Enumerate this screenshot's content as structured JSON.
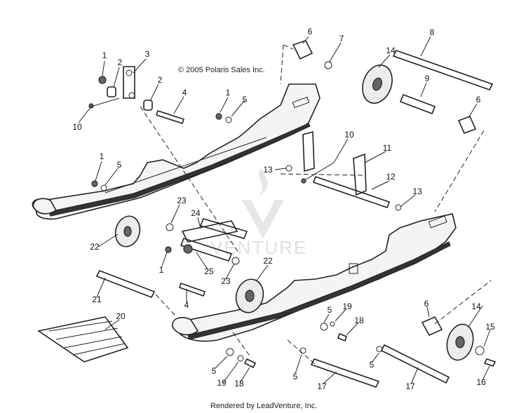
{
  "copyright": "© 2005 Polaris Sales Inc.",
  "footer": "Rendered by LeadVenture, Inc.",
  "watermark": "VENTURE",
  "callouts": [
    {
      "id": "c1a",
      "label": "1"
    },
    {
      "id": "c2a",
      "label": "2"
    },
    {
      "id": "c3",
      "label": "3"
    },
    {
      "id": "c2b",
      "label": "2"
    },
    {
      "id": "c4a",
      "label": "4"
    },
    {
      "id": "c10a",
      "label": "10"
    },
    {
      "id": "c1b",
      "label": "1"
    },
    {
      "id": "c5a",
      "label": "5"
    },
    {
      "id": "c6a",
      "label": "6"
    },
    {
      "id": "c7",
      "label": "7"
    },
    {
      "id": "c8",
      "label": "8"
    },
    {
      "id": "c14a",
      "label": "14"
    },
    {
      "id": "c9",
      "label": "9"
    },
    {
      "id": "c6b",
      "label": "6"
    },
    {
      "id": "c1c",
      "label": "1"
    },
    {
      "id": "c5b",
      "label": "5"
    },
    {
      "id": "c13a",
      "label": "13"
    },
    {
      "id": "c10b",
      "label": "10"
    },
    {
      "id": "c11",
      "label": "11"
    },
    {
      "id": "c12",
      "label": "12"
    },
    {
      "id": "c13b",
      "label": "13"
    },
    {
      "id": "c23a",
      "label": "23"
    },
    {
      "id": "c24",
      "label": "24"
    },
    {
      "id": "c22a",
      "label": "22"
    },
    {
      "id": "c1d",
      "label": "1"
    },
    {
      "id": "c25",
      "label": "25"
    },
    {
      "id": "c23b",
      "label": "23"
    },
    {
      "id": "c22b",
      "label": "22"
    },
    {
      "id": "c21",
      "label": "21"
    },
    {
      "id": "c4b",
      "label": "4"
    },
    {
      "id": "c20",
      "label": "20"
    },
    {
      "id": "c5c",
      "label": "5"
    },
    {
      "id": "c19a",
      "label": "19"
    },
    {
      "id": "c18a",
      "label": "18"
    },
    {
      "id": "c6c",
      "label": "6"
    },
    {
      "id": "c14b",
      "label": "14"
    },
    {
      "id": "c15",
      "label": "15"
    },
    {
      "id": "c16",
      "label": "16"
    },
    {
      "id": "c5d",
      "label": "5"
    },
    {
      "id": "c19b",
      "label": "19"
    },
    {
      "id": "c18b",
      "label": "18"
    },
    {
      "id": "c5e",
      "label": "5"
    },
    {
      "id": "c17a",
      "label": "17"
    },
    {
      "id": "c5f",
      "label": "5"
    },
    {
      "id": "c17b",
      "label": "17"
    }
  ]
}
